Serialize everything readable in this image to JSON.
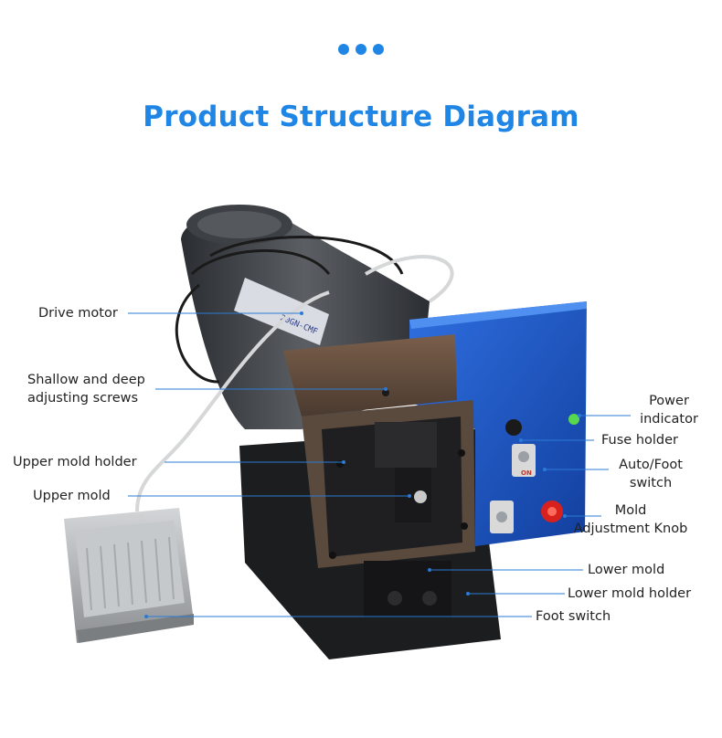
{
  "header": {
    "title": "Product Structure Diagram"
  },
  "labels": {
    "drive_motor": "Drive motor",
    "adjusting_screws_1": "Shallow and deep",
    "adjusting_screws_2": "adjusting screws",
    "upper_mold_holder": "Upper mold holder",
    "upper_mold": "Upper mold",
    "power_indicator_1": "Power",
    "power_indicator_2": "indicator",
    "fuse_holder": "Fuse holder",
    "auto_foot_switch_1": "Auto/Foot",
    "auto_foot_switch_2": "switch",
    "mold_knob_1": "Mold",
    "mold_knob_2": "Adjustment Knob",
    "lower_mold": "Lower mold",
    "lower_mold_holder": "Lower mold holder",
    "foot_switch": "Foot switch"
  },
  "machine": {
    "motor_label": "20GN-CMF",
    "on_label": "ON"
  },
  "colors": {
    "accent": "#1f86e6",
    "leader_line": "#2a7bd6",
    "control_box": "#1b55c4",
    "mold_block": "#5a4a3e",
    "pedal": "#b9bcbf"
  }
}
